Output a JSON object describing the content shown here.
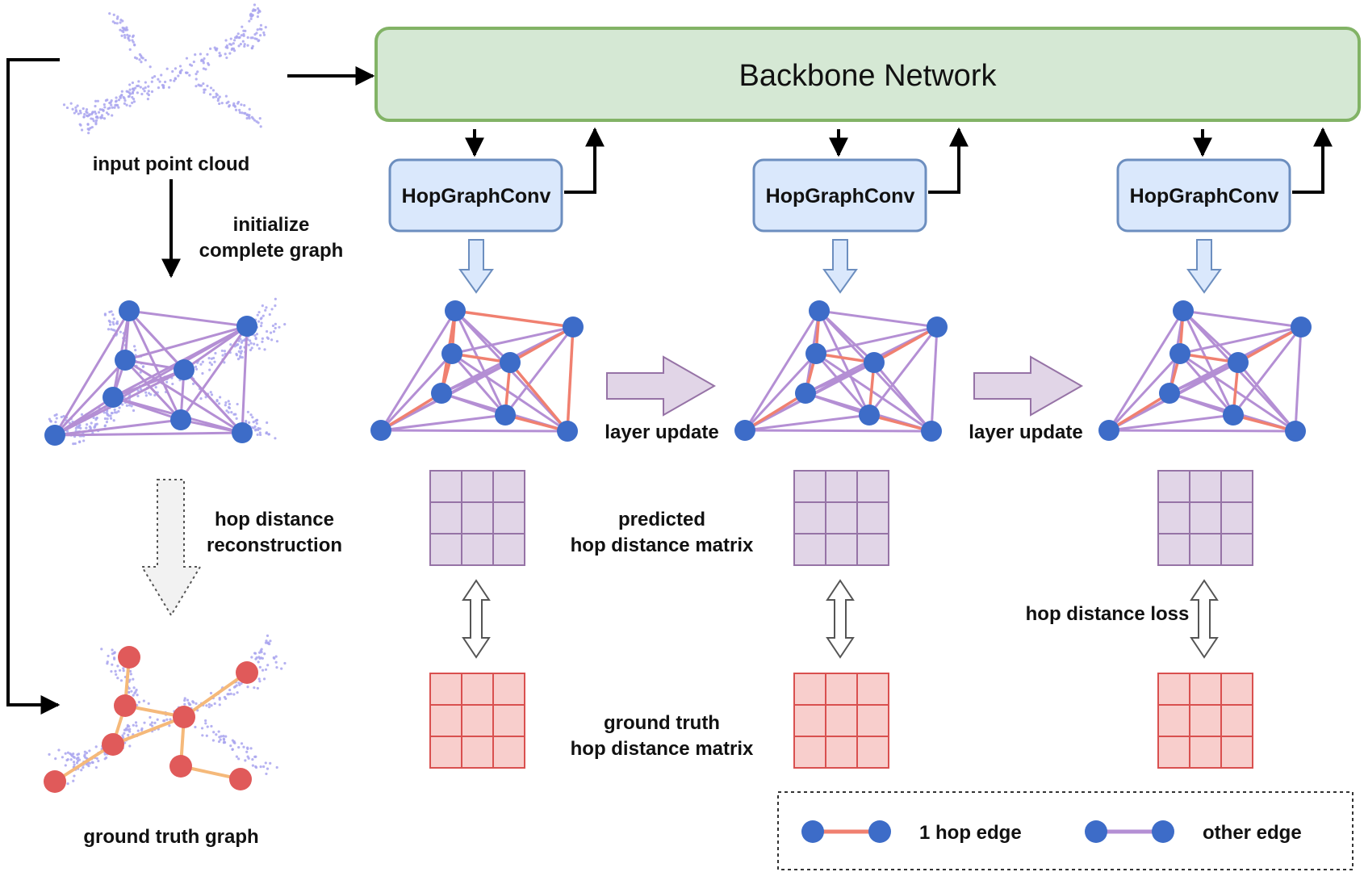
{
  "title": "Backbone Network",
  "hop_conv_label": "HopGraphConv",
  "labels": {
    "input_point_cloud": "input point cloud",
    "initialize_line1": "initialize",
    "initialize_line2": "complete graph",
    "hop_recon_line1": "hop distance",
    "hop_recon_line2": "reconstruction",
    "ground_truth_graph": "ground truth graph",
    "layer_update": "layer update",
    "predicted_line1": "predicted",
    "predicted_line2": "hop distance matrix",
    "gt_line1": "ground truth",
    "gt_line2": "hop distance matrix",
    "hop_loss": "hop distance loss"
  },
  "legend": {
    "one_hop": "1 hop edge",
    "other": "other edge"
  },
  "colors": {
    "backbone_fill": "#d5e8d4",
    "backbone_stroke": "#82b366",
    "conv_fill": "#dae8fc",
    "conv_stroke": "#6c8ebf",
    "node_blue": "#3d6cc8",
    "node_red": "#e05a5a",
    "edge_onehop": "#f08070",
    "edge_other": "#b48fd4",
    "gt_edge": "#f5b97a",
    "points": "#a9a4ee",
    "matrix_pred_fill": "#e1d5e7",
    "matrix_pred_stroke": "#9673a6",
    "matrix_gt_fill": "#f8cecc",
    "matrix_gt_stroke": "#d9504f",
    "layer_arrow_fill": "#e1d5e7",
    "layer_arrow_stroke": "#9673a6"
  }
}
